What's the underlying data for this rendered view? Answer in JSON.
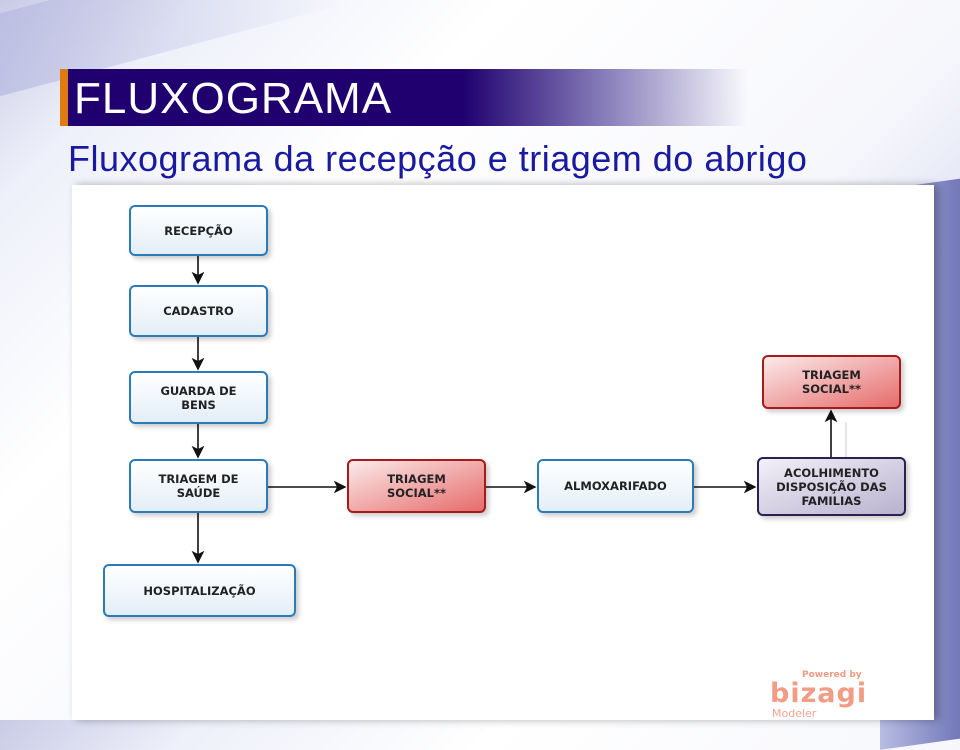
{
  "slide": {
    "title": "FLUXOGRAMA",
    "subtitle": "Fluxograma da recepção e triagem do abrigo"
  },
  "diagram": {
    "nodes": {
      "recepcao": "RECEPÇÃO",
      "cadastro": "CADASTRO",
      "guarda_de_bens": "GUARDA DE BENS",
      "triagem_de_saude": "TRIAGEM DE SAÚDE",
      "hospitalizacao": "HOSPITALIZAÇÃO",
      "triagem_social_1": "TRIAGEM SOCIAL**",
      "almoxarifado": "ALMOXARIFADO",
      "acolhimento": "ACOLHIMENTO DISPOSIÇÃO DAS FAMILIAS",
      "triagem_social_2": "TRIAGEM SOCIAL**"
    },
    "edges": [
      [
        "recepcao",
        "cadastro"
      ],
      [
        "cadastro",
        "guarda_de_bens"
      ],
      [
        "guarda_de_bens",
        "triagem_de_saude"
      ],
      [
        "triagem_de_saude",
        "hospitalizacao"
      ],
      [
        "triagem_de_saude",
        "triagem_social_1"
      ],
      [
        "triagem_social_1",
        "almoxarifado"
      ],
      [
        "almoxarifado",
        "acolhimento"
      ],
      [
        "acolhimento",
        "triagem_social_2"
      ]
    ],
    "colors": {
      "default": "#2b7bb9",
      "social": "#a31b1b",
      "acolhimento": "#2c2050"
    }
  },
  "logo": {
    "powered_by": "Powered by",
    "brand": "bizagi",
    "product": "Modeler"
  }
}
